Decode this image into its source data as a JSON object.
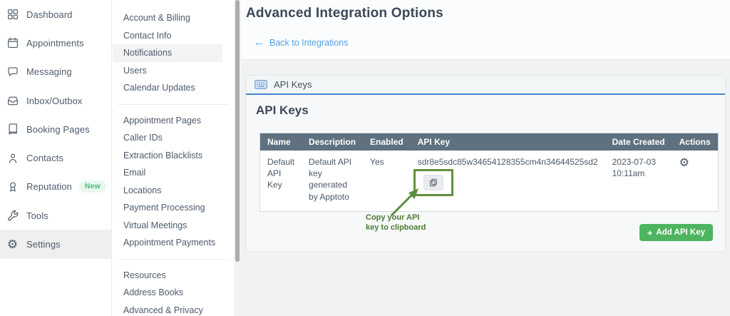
{
  "sidebar": {
    "items": [
      {
        "label": "Dashboard",
        "icon": "dashboard-grid"
      },
      {
        "label": "Appointments",
        "icon": "calendar"
      },
      {
        "label": "Messaging",
        "icon": "chat-bubble"
      },
      {
        "label": "Inbox/Outbox",
        "icon": "inbox-tray"
      },
      {
        "label": "Booking Pages",
        "icon": "book"
      },
      {
        "label": "Contacts",
        "icon": "person"
      },
      {
        "label": "Reputation",
        "icon": "award-ribbon",
        "badge": "New"
      },
      {
        "label": "Tools",
        "icon": "wrench"
      },
      {
        "label": "Settings",
        "icon": "gear",
        "active": true
      }
    ]
  },
  "settings_menu": {
    "active_item": "Notifications",
    "groups": [
      {
        "items": [
          "Account & Billing",
          "Contact Info",
          "Notifications",
          "Users",
          "Calendar Updates"
        ]
      },
      {
        "items": [
          "Appointment Pages",
          "Caller IDs",
          "Extraction Blacklists",
          "Email",
          "Locations",
          "Payment Processing",
          "Virtual Meetings",
          "Appointment Payments"
        ]
      },
      {
        "items": [
          "Resources",
          "Address Books",
          "Advanced & Privacy"
        ]
      }
    ]
  },
  "main": {
    "title": "Advanced Integration Options",
    "back_link": "Back to Integrations",
    "panel": {
      "header_label": "API Keys",
      "section_title": "API Keys",
      "table": {
        "columns": [
          "Name",
          "Description",
          "Enabled",
          "API Key",
          "Date Created",
          "Actions"
        ],
        "rows": [
          {
            "name": "Default API Key",
            "description": "Default API key generated by Apptoto",
            "enabled": "Yes",
            "api_key": "sdr8e5sdc85w34654128355cm4n34644525sd2",
            "date_created": "2023-07-03 10:11am"
          }
        ]
      },
      "annotation_text": "Copy your API key to clipboard",
      "add_button_label": "Add API Key"
    }
  },
  "colors": {
    "accent_blue": "#55a1e3",
    "panel_header_border": "#4387cc",
    "table_header_bg": "#5f707e",
    "add_button_green": "#4db45f",
    "annotation_green": "#61913f",
    "badge_green": "#4cbb72",
    "badge_bg": "#e9f8ef"
  }
}
